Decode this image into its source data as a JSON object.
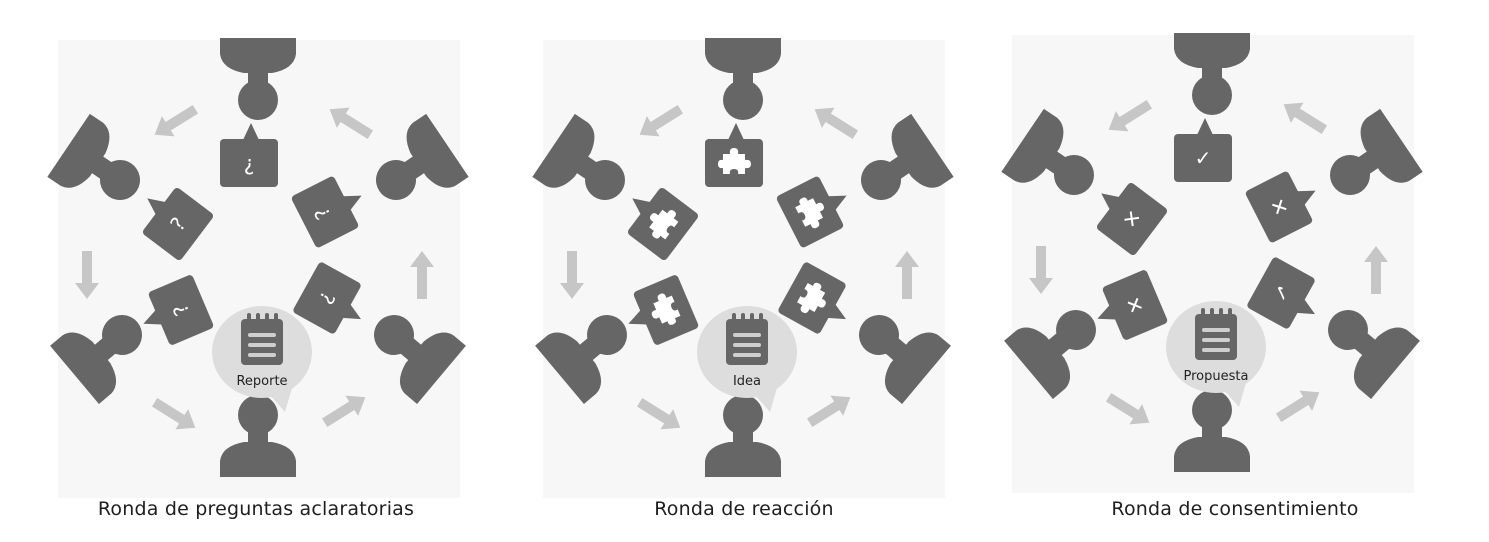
{
  "colors": {
    "figure": "#666666",
    "arrow": "#c6c6c6",
    "panel_bg": "#f7f7f7",
    "center_bubble": "#dddddd",
    "glyph": "#ffffff"
  },
  "panels": [
    {
      "caption": "Ronda de preguntas aclaratorias",
      "center_label": "Reporte",
      "center_icon": "notepad-icon",
      "bubble_icons": [
        "inverted-question-icon",
        "question-icon",
        "inverted-question-icon",
        "question-icon",
        "question-icon"
      ],
      "bubble_glyphs": [
        "¿",
        "?",
        "¿",
        "?",
        "?"
      ]
    },
    {
      "caption": "Ronda de reacción",
      "center_label": "Idea",
      "center_icon": "notepad-icon",
      "bubble_icons": [
        "puzzle-icon",
        "puzzle-icon",
        "puzzle-icon",
        "puzzle-icon",
        "puzzle-icon"
      ]
    },
    {
      "caption": "Ronda de consentimiento",
      "center_label": "Propuesta",
      "center_icon": "notepad-icon",
      "bubble_icons": [
        "check-icon",
        "x-icon",
        "x-icon",
        "x-icon",
        "check-icon"
      ],
      "bubble_glyphs": [
        "✓",
        "✕",
        "✕",
        "✕",
        "✓"
      ]
    }
  ]
}
